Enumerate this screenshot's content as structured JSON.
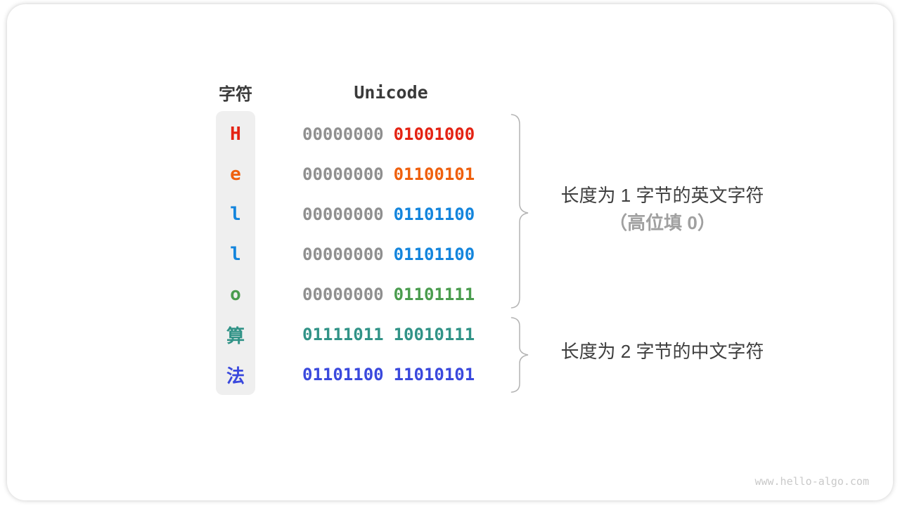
{
  "header": {
    "char_col": "字符",
    "unicode_col": "Unicode"
  },
  "rows": [
    {
      "char": "H",
      "char_color": "#e42313",
      "byte1": "00000000",
      "byte1_color": "#8f8f8f",
      "byte2": "01001000",
      "byte2_color": "#e42313"
    },
    {
      "char": "e",
      "char_color": "#ef600d",
      "byte1": "00000000",
      "byte1_color": "#8f8f8f",
      "byte2": "01100101",
      "byte2_color": "#ef600d"
    },
    {
      "char": "l",
      "char_color": "#1385dd",
      "byte1": "00000000",
      "byte1_color": "#8f8f8f",
      "byte2": "01101100",
      "byte2_color": "#1385dd"
    },
    {
      "char": "l",
      "char_color": "#1385dd",
      "byte1": "00000000",
      "byte1_color": "#8f8f8f",
      "byte2": "01101100",
      "byte2_color": "#1385dd"
    },
    {
      "char": "o",
      "char_color": "#4a9c4e",
      "byte1": "00000000",
      "byte1_color": "#8f8f8f",
      "byte2": "01101111",
      "byte2_color": "#4a9c4e"
    },
    {
      "char": "算",
      "char_color": "#319387",
      "byte1": "01111011",
      "byte1_color": "#319387",
      "byte2": "10010111",
      "byte2_color": "#319387"
    },
    {
      "char": "法",
      "char_color": "#3a49dd",
      "byte1": "01101100",
      "byte1_color": "#3a49dd",
      "byte2": "11010101",
      "byte2_color": "#3a49dd"
    }
  ],
  "annotations": {
    "ascii": {
      "line1": "长度为 1 字节的英文字符",
      "line2": "（高位填 0）"
    },
    "chinese": {
      "line1": "长度为 2 字节的中文字符"
    }
  },
  "watermark": "www.hello-algo.com",
  "colors": {
    "heading_text": "#3a3a3a",
    "annotation_text": "#3f3f3f",
    "annotation_muted": "#a0a0a0",
    "byte_muted": "#8f8f8f",
    "char_column_bg": "#efefef",
    "brace": "#b3b3b3",
    "watermark": "#c9c9c9"
  }
}
